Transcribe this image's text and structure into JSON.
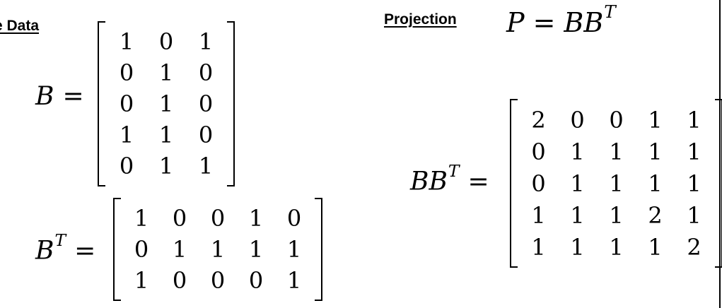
{
  "headings": {
    "data": "e Data",
    "projection": "Projection"
  },
  "projection_formula": {
    "lhs": "P",
    "eq": "=",
    "rhs": "BB",
    "rhs_sup": "T"
  },
  "equations": {
    "b": {
      "name": "B",
      "sup": "",
      "eq": "="
    },
    "bt": {
      "name": "B",
      "sup": "T",
      "eq": "="
    },
    "bbt": {
      "name": "BB",
      "sup": "T",
      "eq": "="
    }
  },
  "matrices": {
    "b": [
      [
        "1",
        "0",
        "1"
      ],
      [
        "0",
        "1",
        "0"
      ],
      [
        "0",
        "1",
        "0"
      ],
      [
        "1",
        "1",
        "0"
      ],
      [
        "0",
        "1",
        "1"
      ]
    ],
    "bt": [
      [
        "1",
        "0",
        "0",
        "1",
        "0"
      ],
      [
        "0",
        "1",
        "1",
        "1",
        "1"
      ],
      [
        "1",
        "0",
        "0",
        "0",
        "1"
      ]
    ],
    "bbt": [
      [
        "2",
        "0",
        "0",
        "1",
        "1"
      ],
      [
        "0",
        "1",
        "1",
        "1",
        "1"
      ],
      [
        "0",
        "1",
        "1",
        "1",
        "1"
      ],
      [
        "1",
        "1",
        "1",
        "2",
        "1"
      ],
      [
        "1",
        "1",
        "1",
        "1",
        "2"
      ]
    ]
  }
}
